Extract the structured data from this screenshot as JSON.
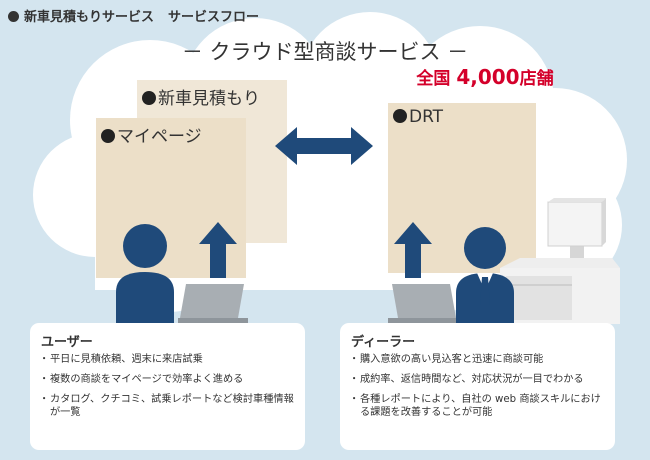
{
  "header": {
    "title": "新車見積もりサービス",
    "subtitle": "サービスフロー"
  },
  "cloud": {
    "title": "－ クラウド型商談サービス －"
  },
  "badge": {
    "prefix": "全国",
    "count": "4,000",
    "suffix": "店舗"
  },
  "panels": {
    "estimate": "新車見積もり",
    "mypage": "マイページ",
    "dealer": "DRT"
  },
  "user_card": {
    "title": "ユーザー",
    "items": [
      "平日に見積依頼、週末に来店試乗",
      "複数の商談をマイページで効率よく進める",
      "カタログ、クチコミ、試乗レポートなど検討車種情報が一覧"
    ]
  },
  "dealer_card": {
    "title": "ディーラー",
    "items": [
      "購入意欲の高い見込客と迅速に商談可能",
      "成約率、返信時間など、対応状況が一目でわかる",
      "各種レポートにより、自社の web 商談スキルにおける課題を改善することが可能"
    ]
  },
  "colors": {
    "background": "#d4e5ef",
    "cloud": "#ffffff",
    "panel": "#ecdfc8",
    "arrow": "#1f4a7a",
    "person": "#1f4a7a",
    "accent": "#d4002a"
  },
  "icons": [
    "bidirectional-arrow-icon",
    "up-arrow-icon",
    "user-person-icon",
    "dealer-person-icon",
    "laptop-icon",
    "dealership-building-icon"
  ]
}
